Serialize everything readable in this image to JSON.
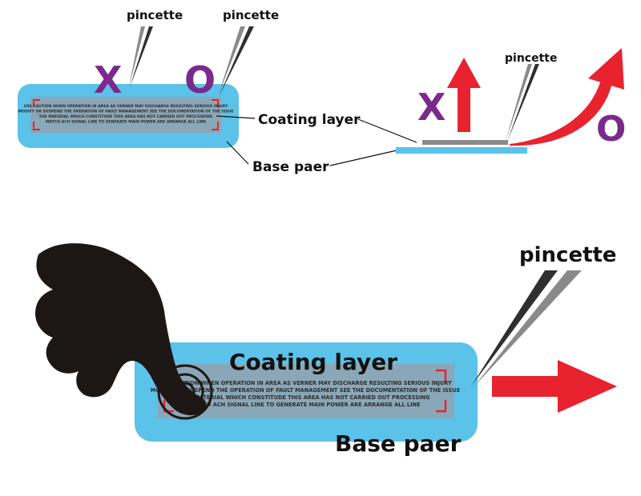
{
  "colors": {
    "base": "#5bc2ea",
    "coating": "#8aa7b7",
    "accent_red": "#e8222f",
    "symbol_purple": "#7b2a8c",
    "tweezer_dark": "#2f2f2f",
    "tweezer_light": "#8a8a8a",
    "hand": "#1c1715",
    "text": "#111111"
  },
  "top_left": {
    "pincette_left": "pincette",
    "pincette_right": "pincette",
    "mark_x": "X",
    "mark_o": "O",
    "coating_label": "Coating layer",
    "base_label": "Base paer",
    "fine_text": [
      "USE CAUTION WHEN OPERATION IN AREA AS VERNER MAY DISCHARGE RESULTING SERIOUS INJURY",
      "MODIFY OR SUSPEND THE OPERATION OF FAULT MANAGEMENT SEE THE DOCUMENTATION OF THE ISSUE",
      "THE MATERIAL WHICH CONSTITUDE THIS AREA HAS NOT CARRIED OUT PROCESSING",
      "MATCH ACH SIGNAL LINE TO GENERATE MAIN POWER ARE ARRANGE ALL LINE"
    ]
  },
  "top_right": {
    "pincette": "pincette",
    "mark_x": "X",
    "mark_o": "O",
    "icons": [
      "up-arrow-icon",
      "curved-arrow-icon",
      "tweezers-icon"
    ]
  },
  "bottom": {
    "pincette": "pincette",
    "coating_label": "Coating layer",
    "base_label": "Base paer",
    "fine_text": [
      "USE CAUTION WHEN OPERATION IN AREA AS VERNER MAY DISCHARGE RESULTING SERIOUS INJURY",
      "MODIFY OR SUSPEND THE OPERATION OF FAULT MANAGEMENT SEE THE DOCUMENTATION OF THE ISSUE",
      "THE MATERIAL WHICH CONSTITUDE THIS AREA HAS NOT CARRIED OUT PROCESSING",
      "MATCH ACH SIGNAL LINE TO GENERATE MAIN POWER ARE ARRANGE ALL LINE"
    ],
    "icons": [
      "hand-icon",
      "touch-ripple-icon",
      "right-arrow-icon",
      "tweezers-icon"
    ]
  }
}
